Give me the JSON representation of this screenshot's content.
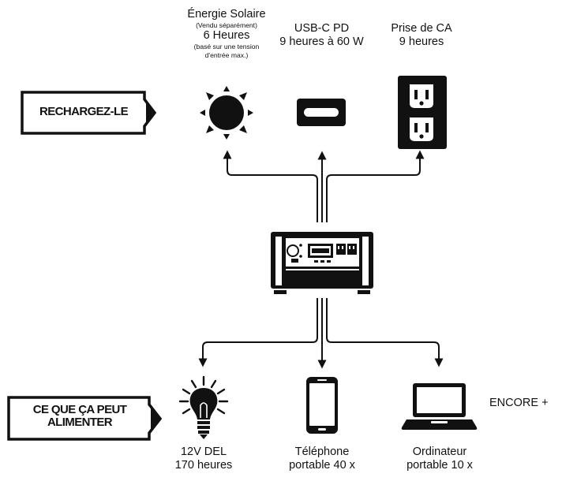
{
  "recharge": {
    "tag": "RECHARGEZ-LE",
    "solar": {
      "title": "Énergie Solaire",
      "note": "(Vendu séparément)",
      "time": "6 Heures",
      "detail_1": "(basé sur une tension",
      "detail_2": "d'entrée max.)"
    },
    "usbc": {
      "title": "USB-C PD",
      "time": "9 heures à 60 W"
    },
    "ac": {
      "title": "Prise de CA",
      "time": "9 heures"
    }
  },
  "power": {
    "tag_line1": "CE QUE ÇA PEUT",
    "tag_line2": "ALIMENTER",
    "led": {
      "line1": "12V DEL",
      "line2": "170 heures"
    },
    "phone": {
      "line1": "Téléphone",
      "line2": "portable 40 x"
    },
    "laptop": {
      "line1": "Ordinateur",
      "line2": "portable 10 x"
    },
    "more": "ENCORE +"
  },
  "icons": {
    "sun": "sun-icon",
    "usb": "usb-c-port-icon",
    "outlet": "ac-outlet-icon",
    "station": "power-station-icon",
    "bulb": "light-bulb-icon",
    "phone": "smartphone-icon",
    "laptop": "laptop-icon"
  },
  "colors": {
    "ink": "#111111",
    "background": "#ffffff"
  }
}
